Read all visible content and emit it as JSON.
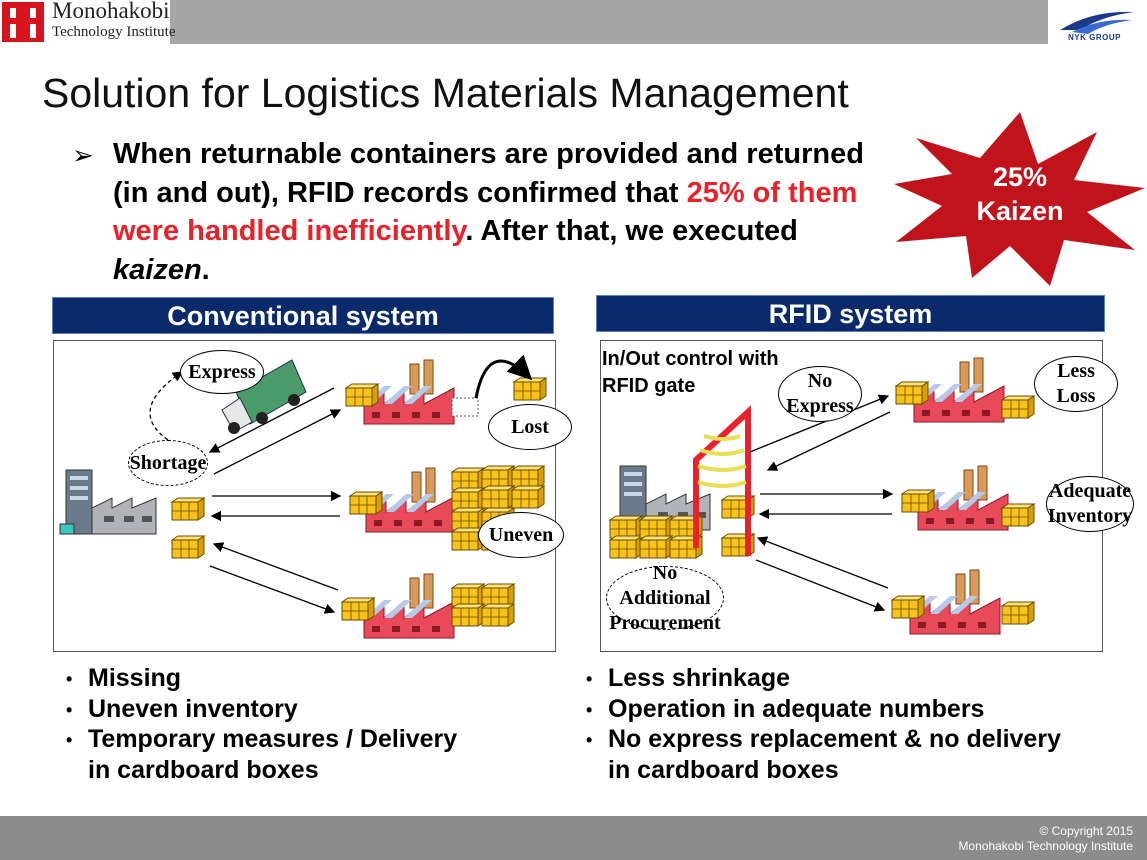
{
  "header": {
    "logo_line1": "Monohakobi",
    "logo_line2": "Technology Institute",
    "partner_logo": "NYK GROUP"
  },
  "slide": {
    "title": "Solution for Logistics Materials Management",
    "lead_part1": "When returnable containers are provided and returned (in and out), RFID records confirmed that ",
    "lead_highlight": "25% of them were handled inefficiently",
    "lead_part2": ". After that, we executed ",
    "lead_emph": "kaizen",
    "lead_part3": ".",
    "starburst_line1": "25%",
    "starburst_line2": "Kaizen"
  },
  "conventional": {
    "heading": "Conventional system",
    "labels": {
      "express": "Express",
      "shortage": "Shortage",
      "lost": "Lost",
      "uneven": "Uneven"
    },
    "bullets": [
      "Missing",
      "Uneven inventory",
      "Temporary measures / Delivery",
      "in cardboard boxes"
    ]
  },
  "rfid": {
    "heading": "RFID system",
    "gate_line1": "In/Out control with",
    "gate_line2": "RFID gate",
    "labels": {
      "no_express_1": "No",
      "no_express_2": "Express",
      "less_loss_1": "Less",
      "less_loss_2": "Loss",
      "adequate_1": "Adequate",
      "adequate_2": "Inventory",
      "no_add_1": "No Additional",
      "no_add_2": "Procurement"
    },
    "bullets": [
      "Less shrinkage",
      "Operation in adequate numbers",
      "No express replacement & no delivery",
      "in cardboard boxes"
    ]
  },
  "footer": {
    "copyright_line1": "© Copyright 2015",
    "copyright_line2": "Monohakobi Technology Institute"
  },
  "colors": {
    "header_bar": "#a6a6a6",
    "section_header": "#0b2a6b",
    "highlight_red": "#e8212b",
    "starburst": "#c0131c",
    "crate": "#f7c21a",
    "rfid_gate": "#e8212b"
  }
}
